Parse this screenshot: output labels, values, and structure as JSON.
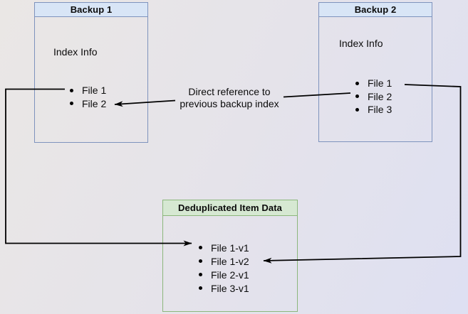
{
  "diagram": {
    "background": {
      "from": "#eae7e5",
      "to": "#dee0f2"
    },
    "connector_color": "#000000",
    "backup1": {
      "title": "Backup 1",
      "label": "Index Info",
      "files": [
        "File 1",
        "File 2"
      ],
      "header_fill": "#d8e5f6",
      "border_color": "#7e93bd"
    },
    "backup2": {
      "title": "Backup 2",
      "label": "Index Info",
      "files": [
        "File 1",
        "File 2",
        "File 3"
      ],
      "header_fill": "#d8e5f6",
      "border_color": "#7e93bd"
    },
    "dedup_store": {
      "title": "Deduplicated Item Data",
      "files": [
        "File 1-v1",
        "File 1-v2",
        "File 2-v1",
        "File 3-v1"
      ],
      "header_fill": "#d6e8d2",
      "border_color": "#8cb77c"
    },
    "annotation": {
      "text_line1": "Direct reference to",
      "text_line2": "previous backup index"
    }
  }
}
